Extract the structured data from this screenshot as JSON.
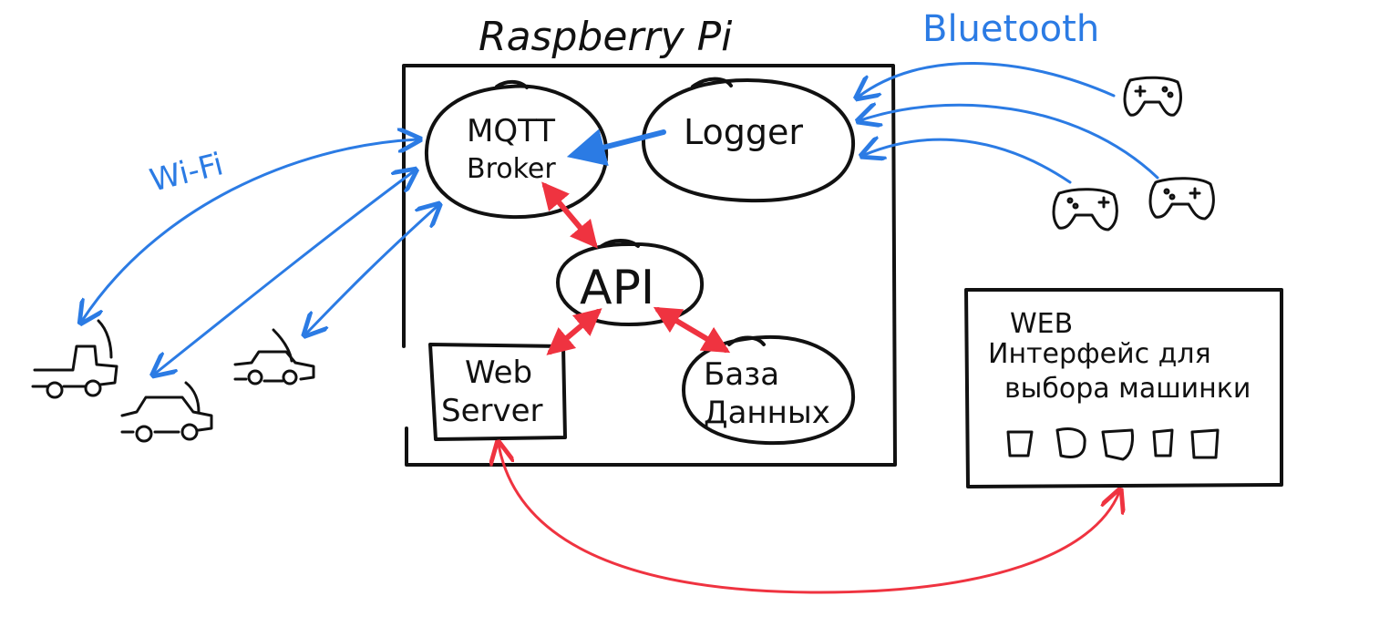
{
  "colors": {
    "ink": "#111111",
    "wifi_blue": "#2b7be4",
    "link_red": "#ef3340",
    "background": "#ffffff"
  },
  "labels": {
    "raspberry_pi": "Raspberry Pi",
    "bluetooth": "Bluetooth",
    "wifi": "Wi-Fi"
  },
  "nodes": {
    "mqtt_broker": {
      "line1": "MQTT",
      "line2": "Broker"
    },
    "logger": {
      "label": "Logger"
    },
    "api": {
      "label": "API"
    },
    "web_server": {
      "line1": "Web",
      "line2": "Server"
    },
    "database": {
      "line1": "База",
      "line2": "Данных"
    }
  },
  "web_interface": {
    "line1": "WEB",
    "line2": "Интерфейс для",
    "line3": "выбора машинки",
    "car_slots": 5
  },
  "devices": {
    "cars": 3,
    "gamepads": 3
  }
}
